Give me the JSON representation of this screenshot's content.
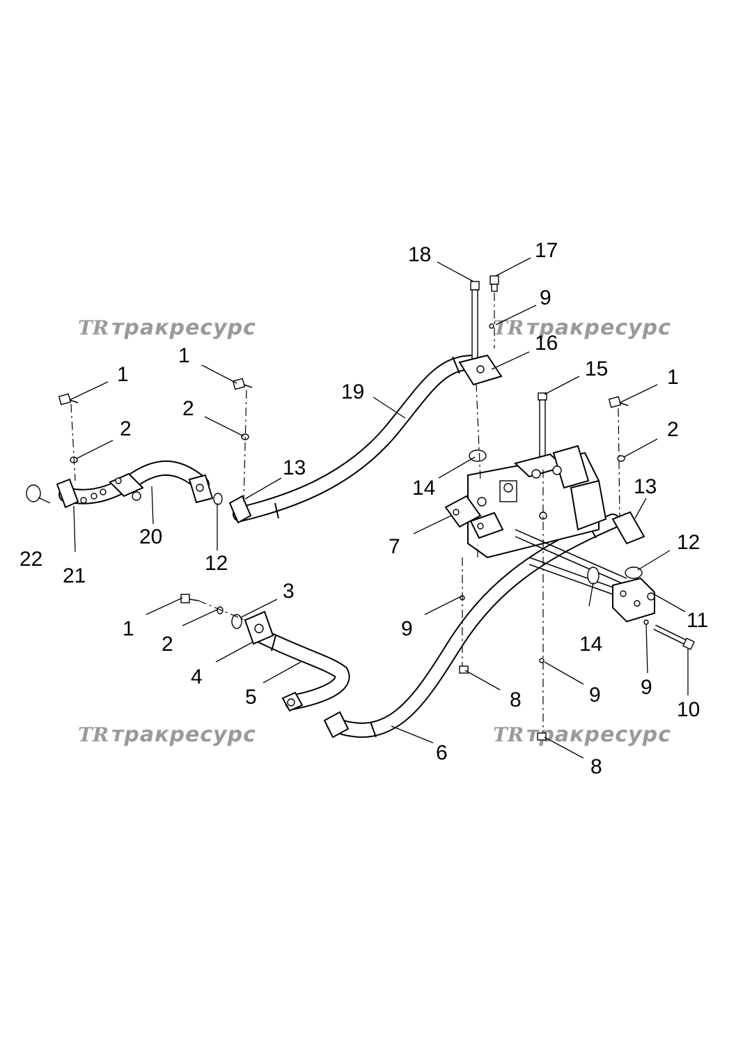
{
  "watermark": {
    "logo_mark": "TR",
    "brand_name": "тракресурс"
  },
  "callouts": {
    "c18": "18",
    "c17": "17",
    "c9_top": "9",
    "c16": "16",
    "c15": "15",
    "c19": "19",
    "c1_left": "1",
    "c1_mid": "1",
    "c1_right": "1",
    "c1_lower": "1",
    "c2_left": "2",
    "c2_mid": "2",
    "c2_right": "2",
    "c2_lower": "2",
    "c13_left": "13",
    "c13_right": "13",
    "c14_top": "14",
    "c14_bottom": "14",
    "c12_left": "12",
    "c12_right": "12",
    "c22": "22",
    "c21": "21",
    "c20": "20",
    "c7": "7",
    "c3": "3",
    "c4": "4",
    "c5": "5",
    "c6": "6",
    "c9_left": "9",
    "c9_center": "9",
    "c9_right": "9",
    "c8_center": "8",
    "c8_bottom": "8",
    "c10": "10",
    "c11": "11"
  }
}
